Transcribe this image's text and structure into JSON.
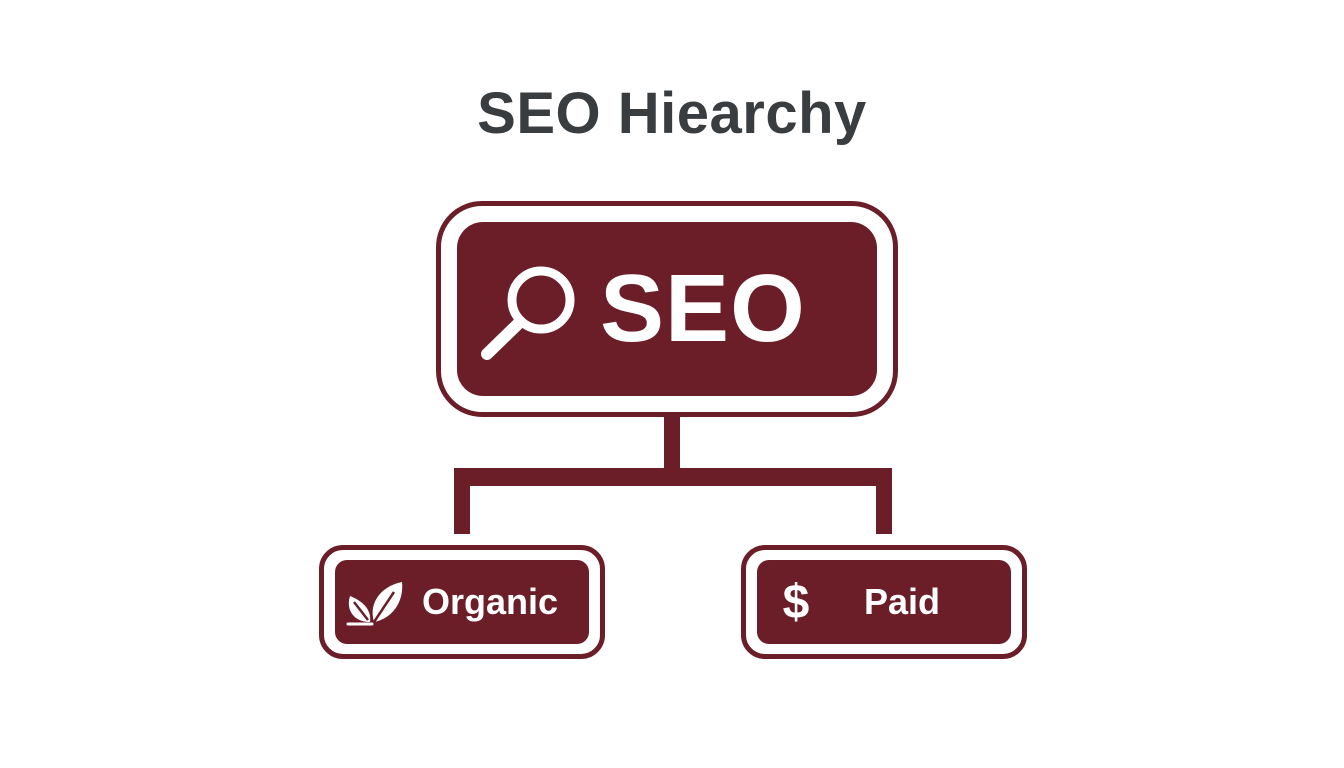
{
  "title": "SEO Hiearchy",
  "colors": {
    "node_fill": "#6b1e28",
    "node_text": "#ffffff",
    "title_text": "#3a3d40"
  },
  "root": {
    "label": "SEO",
    "icon": "search-icon"
  },
  "children": [
    {
      "label": "Organic",
      "icon": "leaf-icon"
    },
    {
      "label": "Paid",
      "icon": "dollar-icon",
      "symbol": "$"
    }
  ]
}
